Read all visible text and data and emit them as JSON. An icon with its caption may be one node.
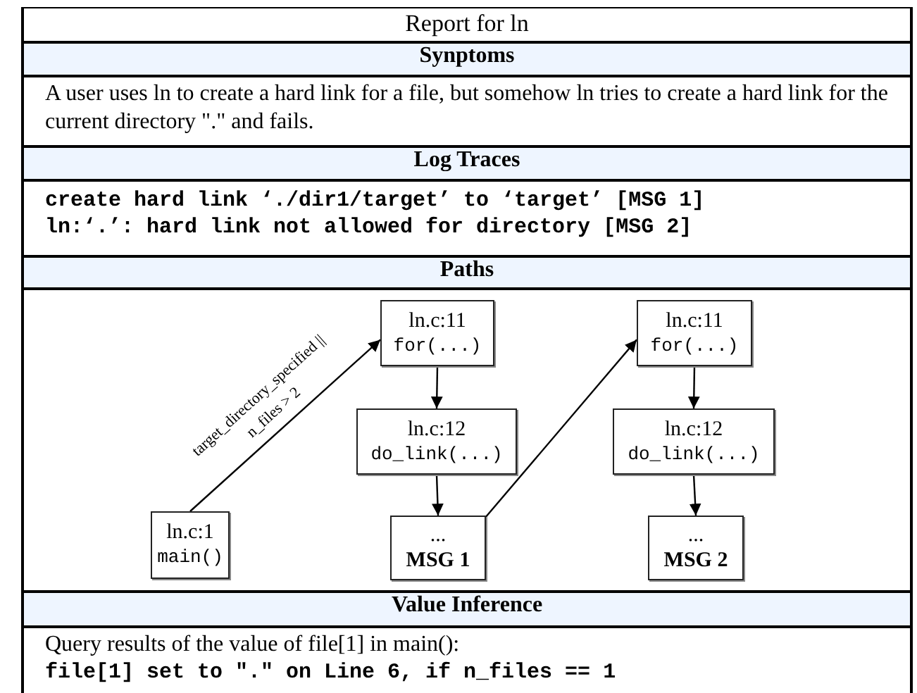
{
  "diagram": {
    "title": "Report for ln",
    "nodes": [
      {
        "text": [
          "ln.c:1",
          "main()"
        ]
      },
      {
        "text": [
          "ln.c:11",
          "for(...)"
        ]
      },
      {
        "text": [
          "ln.c:12",
          "do_link(...)"
        ]
      },
      {
        "text": [
          "...",
          "MSG 1"
        ]
      },
      {
        "text": [
          "ln.c:11",
          "for(...)"
        ]
      },
      {
        "text": [
          "ln.c:12",
          "do_link(...)"
        ]
      },
      {
        "text": [
          "...",
          "MSG 2"
        ]
      }
    ],
    "edges": [
      {
        "from": 0,
        "to": 1,
        "arrow": "to",
        "label": "target_directory_specified || n_files > 2"
      },
      {
        "from": 1,
        "to": 2,
        "arrow": "to"
      },
      {
        "from": 2,
        "to": 3,
        "arrow": "to"
      },
      {
        "from": 3,
        "to": 4,
        "arrow": "to"
      },
      {
        "from": 4,
        "to": 5,
        "arrow": "to"
      },
      {
        "from": 5,
        "to": 6,
        "arrow": "to"
      }
    ],
    "labels": [
      "Synptoms",
      "A user uses ln to create a hard link for a file, but somehow ln tries to create a hard link for the current directory \".\" and fails.",
      "Log Traces",
      "create hard link ‘./dir1/target’ to ‘target’ [MSG 1]",
      "ln:‘.’: hard link not allowed for directory [MSG 2]",
      "Paths",
      "Value Inference",
      "Query results of the value of file[1] in main():",
      "file[1] set to \".\" on Line 6, if n_files == 1"
    ]
  }
}
